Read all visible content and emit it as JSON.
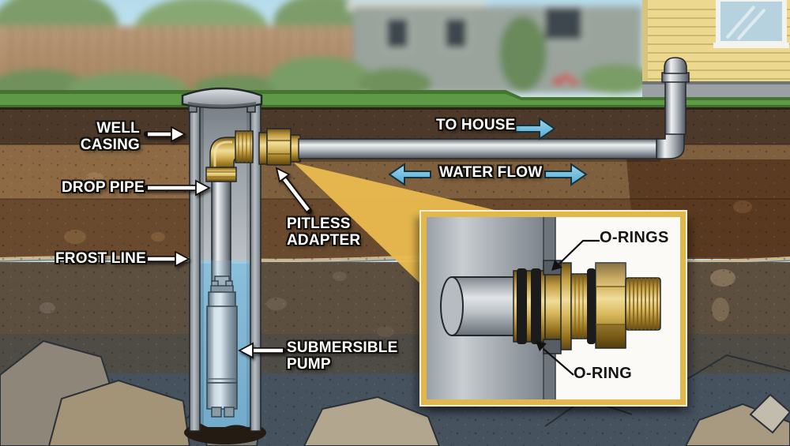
{
  "diagram": {
    "labels": {
      "well_casing_line1": "WELL",
      "well_casing_line2": "CASING",
      "drop_pipe": "DROP PIPE",
      "frost_line": "FROST LINE",
      "pitless_line1": "PITLESS",
      "pitless_line2": "ADAPTER",
      "pump_line1": "SUBMERSIBLE",
      "pump_line2": "PUMP",
      "to_house": "TO HOUSE",
      "water_flow": "WATER FLOW"
    },
    "inset_labels": {
      "o_rings": "O-RINGS",
      "o_ring": "O-RING"
    },
    "colors": {
      "brass": "#c9a344",
      "water": "#7fb6d4",
      "flow_arrow_blue": "#6fc2e2",
      "spotlight_beam": "#eaba4e",
      "inset_border": "#e2b84d",
      "label_text": "#ffffff",
      "inset_label_text": "#151515",
      "pipe_gray": "#b7bdc2",
      "sky": "#c3e2ee",
      "grass": "#5e9a45"
    }
  }
}
